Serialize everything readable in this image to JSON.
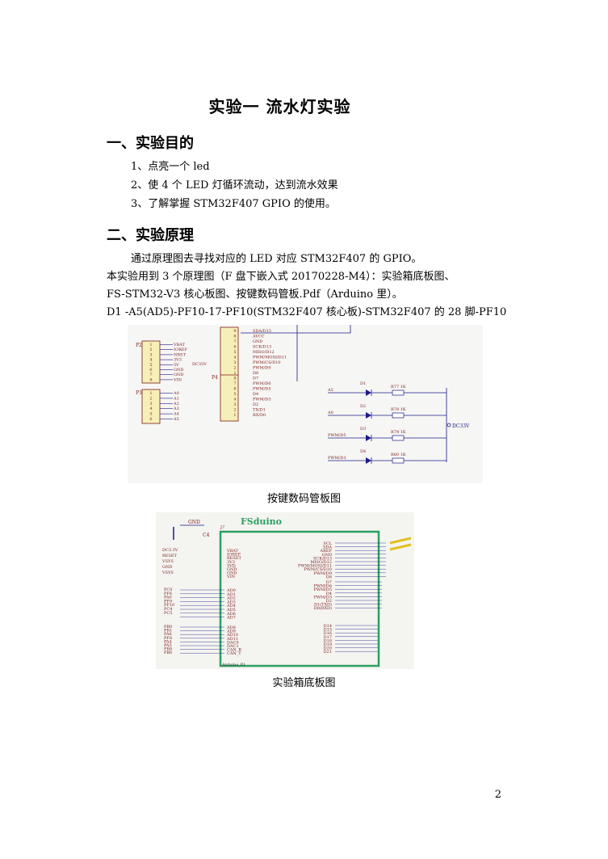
{
  "title": "实验一  流水灯实验",
  "section1": {
    "heading": "一、实验目的",
    "items": [
      "1、点亮一个 led",
      "2、使 4 个 LED 灯循环流动，达到流水效果",
      "3、了解掌握 STM32F407 GPIO 的使用。"
    ]
  },
  "section2": {
    "heading": "二、实验原理",
    "lines": [
      "通过原理图去寻找对应的 LED 对应 STM32F407 的 GPIO。",
      "本实验用到 3 个原理图（F 盘下嵌入式 20170228-M4）：实验箱底板图、",
      "FS-STM32-V3 核心板图、按键数码管板.Pdf（Arduino 里）。",
      "D1 -A5(AD5)-PF10-17-PF10(STM32F407 核心板)-STM32F407 的 28 脚-PF10"
    ]
  },
  "figure1": {
    "caption": "按键数码管板图",
    "p2": {
      "label": "P2",
      "pins": [
        "1",
        "2",
        "3",
        "4",
        "5",
        "6",
        "7",
        "8"
      ],
      "nets": [
        "VBAT",
        "IOREF",
        "NRST",
        "3V3",
        "5V",
        "GND",
        "GND",
        "VIN"
      ]
    },
    "p3": {
      "label": "P3",
      "pins": [
        "1",
        "2",
        "3",
        "4",
        "5",
        "6"
      ],
      "nets": [
        "A0",
        "A1",
        "A2",
        "A3",
        "A4",
        "A5"
      ]
    },
    "p4": {
      "label": "P4",
      "pins": [
        "9",
        "8",
        "7",
        "6",
        "5",
        "4",
        "3",
        "2",
        "1",
        "8",
        "7",
        "6",
        "5",
        "4",
        "3",
        "2",
        "1"
      ],
      "nets": [
        "SDA/D15",
        "AVCC",
        "GND",
        "SCK/D13",
        "MISO/D12",
        "PWM/MOSI/D11",
        "PWM/CS/D10",
        "PWM/D9",
        "D8",
        "D7",
        "PWM/D6",
        "PWM/D5",
        "D4",
        "PWM/D3",
        "D2",
        "TX/D1",
        "RX/D0"
      ]
    },
    "dc_label": "DC33V",
    "leds": [
      {
        "name": "D1",
        "input": "A5",
        "resistor": "R77  1K"
      },
      {
        "name": "D2",
        "input": "A0",
        "resistor": "R78  1K"
      },
      {
        "name": "D3",
        "input": "PWM/D5",
        "resistor": "R79  1K"
      },
      {
        "name": "D4",
        "input": "PWM/D3",
        "resistor": "R80  1K"
      }
    ],
    "rail_label": "DC33V"
  },
  "figure2": {
    "caption": "实验箱底板图",
    "board_title": "FSduino",
    "gnd": "GND",
    "cap": "C4",
    "j7": "J7",
    "left_nets": [
      "DC3.3V",
      "RESET",
      "VSYS",
      "GND",
      "VSYS"
    ],
    "left_pins_top": [
      "VBAT",
      "IOREF",
      "RESET",
      "3V3",
      "5VD",
      "GND",
      "GND",
      "VIN"
    ],
    "left_analog": [
      "PC0",
      "PF6",
      "PA0",
      "PF9",
      "PF10",
      "PC4",
      "PC5"
    ],
    "analog_pins": [
      "AD0",
      "AD1",
      "AD2",
      "AD3",
      "AD4",
      "AD5",
      "AD6",
      "AD7"
    ],
    "left_lower": [
      "PB0",
      "PB1",
      "PA6",
      "PF8",
      "PA4",
      "PA5",
      "PB8",
      "PB6"
    ],
    "lower_pins": [
      "AD8",
      "AD9",
      "AD10",
      "AD11",
      "DAC0",
      "DAC1",
      "CAN_R",
      "CAN_T"
    ],
    "right_top": [
      "SCL",
      "SDA",
      "AREF",
      "GND",
      "SCK/D13",
      "MISO/D12",
      "PWM/MOSI/D11",
      "PWM/CS/D10",
      "PWM/D9",
      "D8"
    ],
    "right_mid": [
      "D7",
      "PWM/D6",
      "PWM/D5",
      "D4",
      "PWM/D3",
      "D2",
      "D1(TXD)",
      "D0(RXD)"
    ],
    "right_low": [
      "D14",
      "D15",
      "D16",
      "D17",
      "D18",
      "D19",
      "D20",
      "D21"
    ],
    "footer": "Arduino_P1"
  },
  "page_number": "2"
}
